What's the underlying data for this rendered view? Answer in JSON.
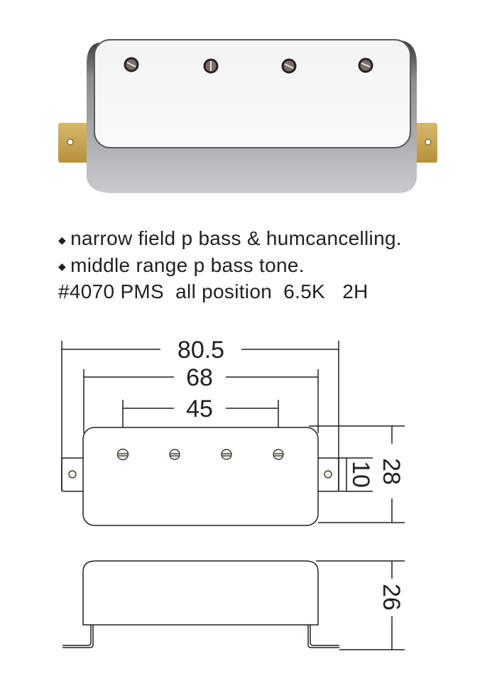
{
  "features": [
    {
      "bullet": "◆",
      "text": "narrow field p bass & humcancelling."
    },
    {
      "bullet": "◆",
      "text": "middle range p bass tone."
    }
  ],
  "spec_line": "#4070 PMS  all position  6.5K   2H",
  "dimensions": {
    "overall_length": "80.5",
    "cover_length": "68",
    "pole_spacing": "45",
    "width": "28",
    "tab_width": "10",
    "height": "26"
  },
  "colors": {
    "chrome": "#d9dadc",
    "tab_gold": "#c9a253",
    "line": "#231f20"
  }
}
